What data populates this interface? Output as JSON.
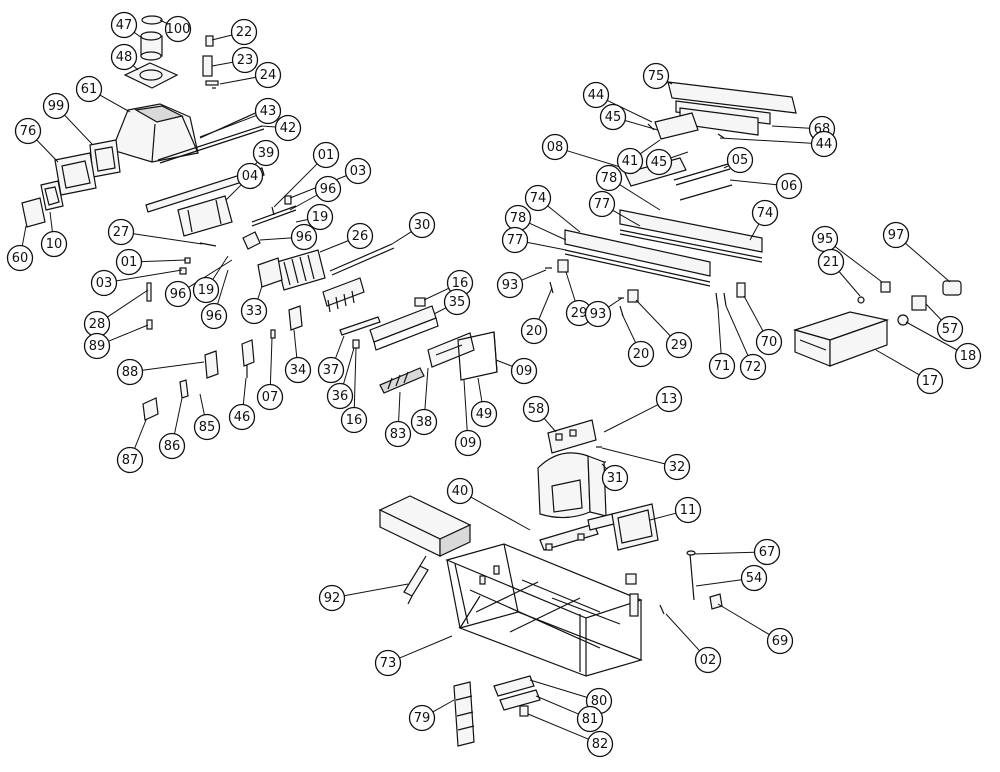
{
  "callouts": [
    {
      "label": "100"
    },
    {
      "label": "47"
    },
    {
      "label": "48"
    },
    {
      "label": "22"
    },
    {
      "label": "23"
    },
    {
      "label": "24"
    },
    {
      "label": "61"
    },
    {
      "label": "99"
    },
    {
      "label": "76"
    },
    {
      "label": "43"
    },
    {
      "label": "42"
    },
    {
      "label": "39"
    },
    {
      "label": "60"
    },
    {
      "label": "10"
    },
    {
      "label": "01"
    },
    {
      "label": "03"
    },
    {
      "label": "04"
    },
    {
      "label": "96"
    },
    {
      "label": "19"
    },
    {
      "label": "96"
    },
    {
      "label": "27"
    },
    {
      "label": "26"
    },
    {
      "label": "30"
    },
    {
      "label": "01"
    },
    {
      "label": "03"
    },
    {
      "label": "96"
    },
    {
      "label": "19"
    },
    {
      "label": "96"
    },
    {
      "label": "28"
    },
    {
      "label": "33"
    },
    {
      "label": "89"
    },
    {
      "label": "16"
    },
    {
      "label": "35"
    },
    {
      "label": "34"
    },
    {
      "label": "37"
    },
    {
      "label": "88"
    },
    {
      "label": "07"
    },
    {
      "label": "46"
    },
    {
      "label": "85"
    },
    {
      "label": "36"
    },
    {
      "label": "16"
    },
    {
      "label": "09"
    },
    {
      "label": "87"
    },
    {
      "label": "86"
    },
    {
      "label": "83"
    },
    {
      "label": "38"
    },
    {
      "label": "09"
    },
    {
      "label": "49"
    },
    {
      "label": "75"
    },
    {
      "label": "44"
    },
    {
      "label": "45"
    },
    {
      "label": "68"
    },
    {
      "label": "41"
    },
    {
      "label": "45"
    },
    {
      "label": "44"
    },
    {
      "label": "08"
    },
    {
      "label": "05"
    },
    {
      "label": "06"
    },
    {
      "label": "78"
    },
    {
      "label": "74"
    },
    {
      "label": "77"
    },
    {
      "label": "78"
    },
    {
      "label": "74"
    },
    {
      "label": "77"
    },
    {
      "label": "95"
    },
    {
      "label": "97"
    },
    {
      "label": "21"
    },
    {
      "label": "93"
    },
    {
      "label": "29"
    },
    {
      "label": "20"
    },
    {
      "label": "93"
    },
    {
      "label": "29"
    },
    {
      "label": "20"
    },
    {
      "label": "71"
    },
    {
      "label": "72"
    },
    {
      "label": "70"
    },
    {
      "label": "57"
    },
    {
      "label": "18"
    },
    {
      "label": "17"
    },
    {
      "label": "58"
    },
    {
      "label": "13"
    },
    {
      "label": "32"
    },
    {
      "label": "31"
    },
    {
      "label": "40"
    },
    {
      "label": "11"
    },
    {
      "label": "67"
    },
    {
      "label": "54"
    },
    {
      "label": "92"
    },
    {
      "label": "69"
    },
    {
      "label": "02"
    },
    {
      "label": "73"
    },
    {
      "label": "80"
    },
    {
      "label": "79"
    },
    {
      "label": "81"
    },
    {
      "label": "82"
    }
  ]
}
